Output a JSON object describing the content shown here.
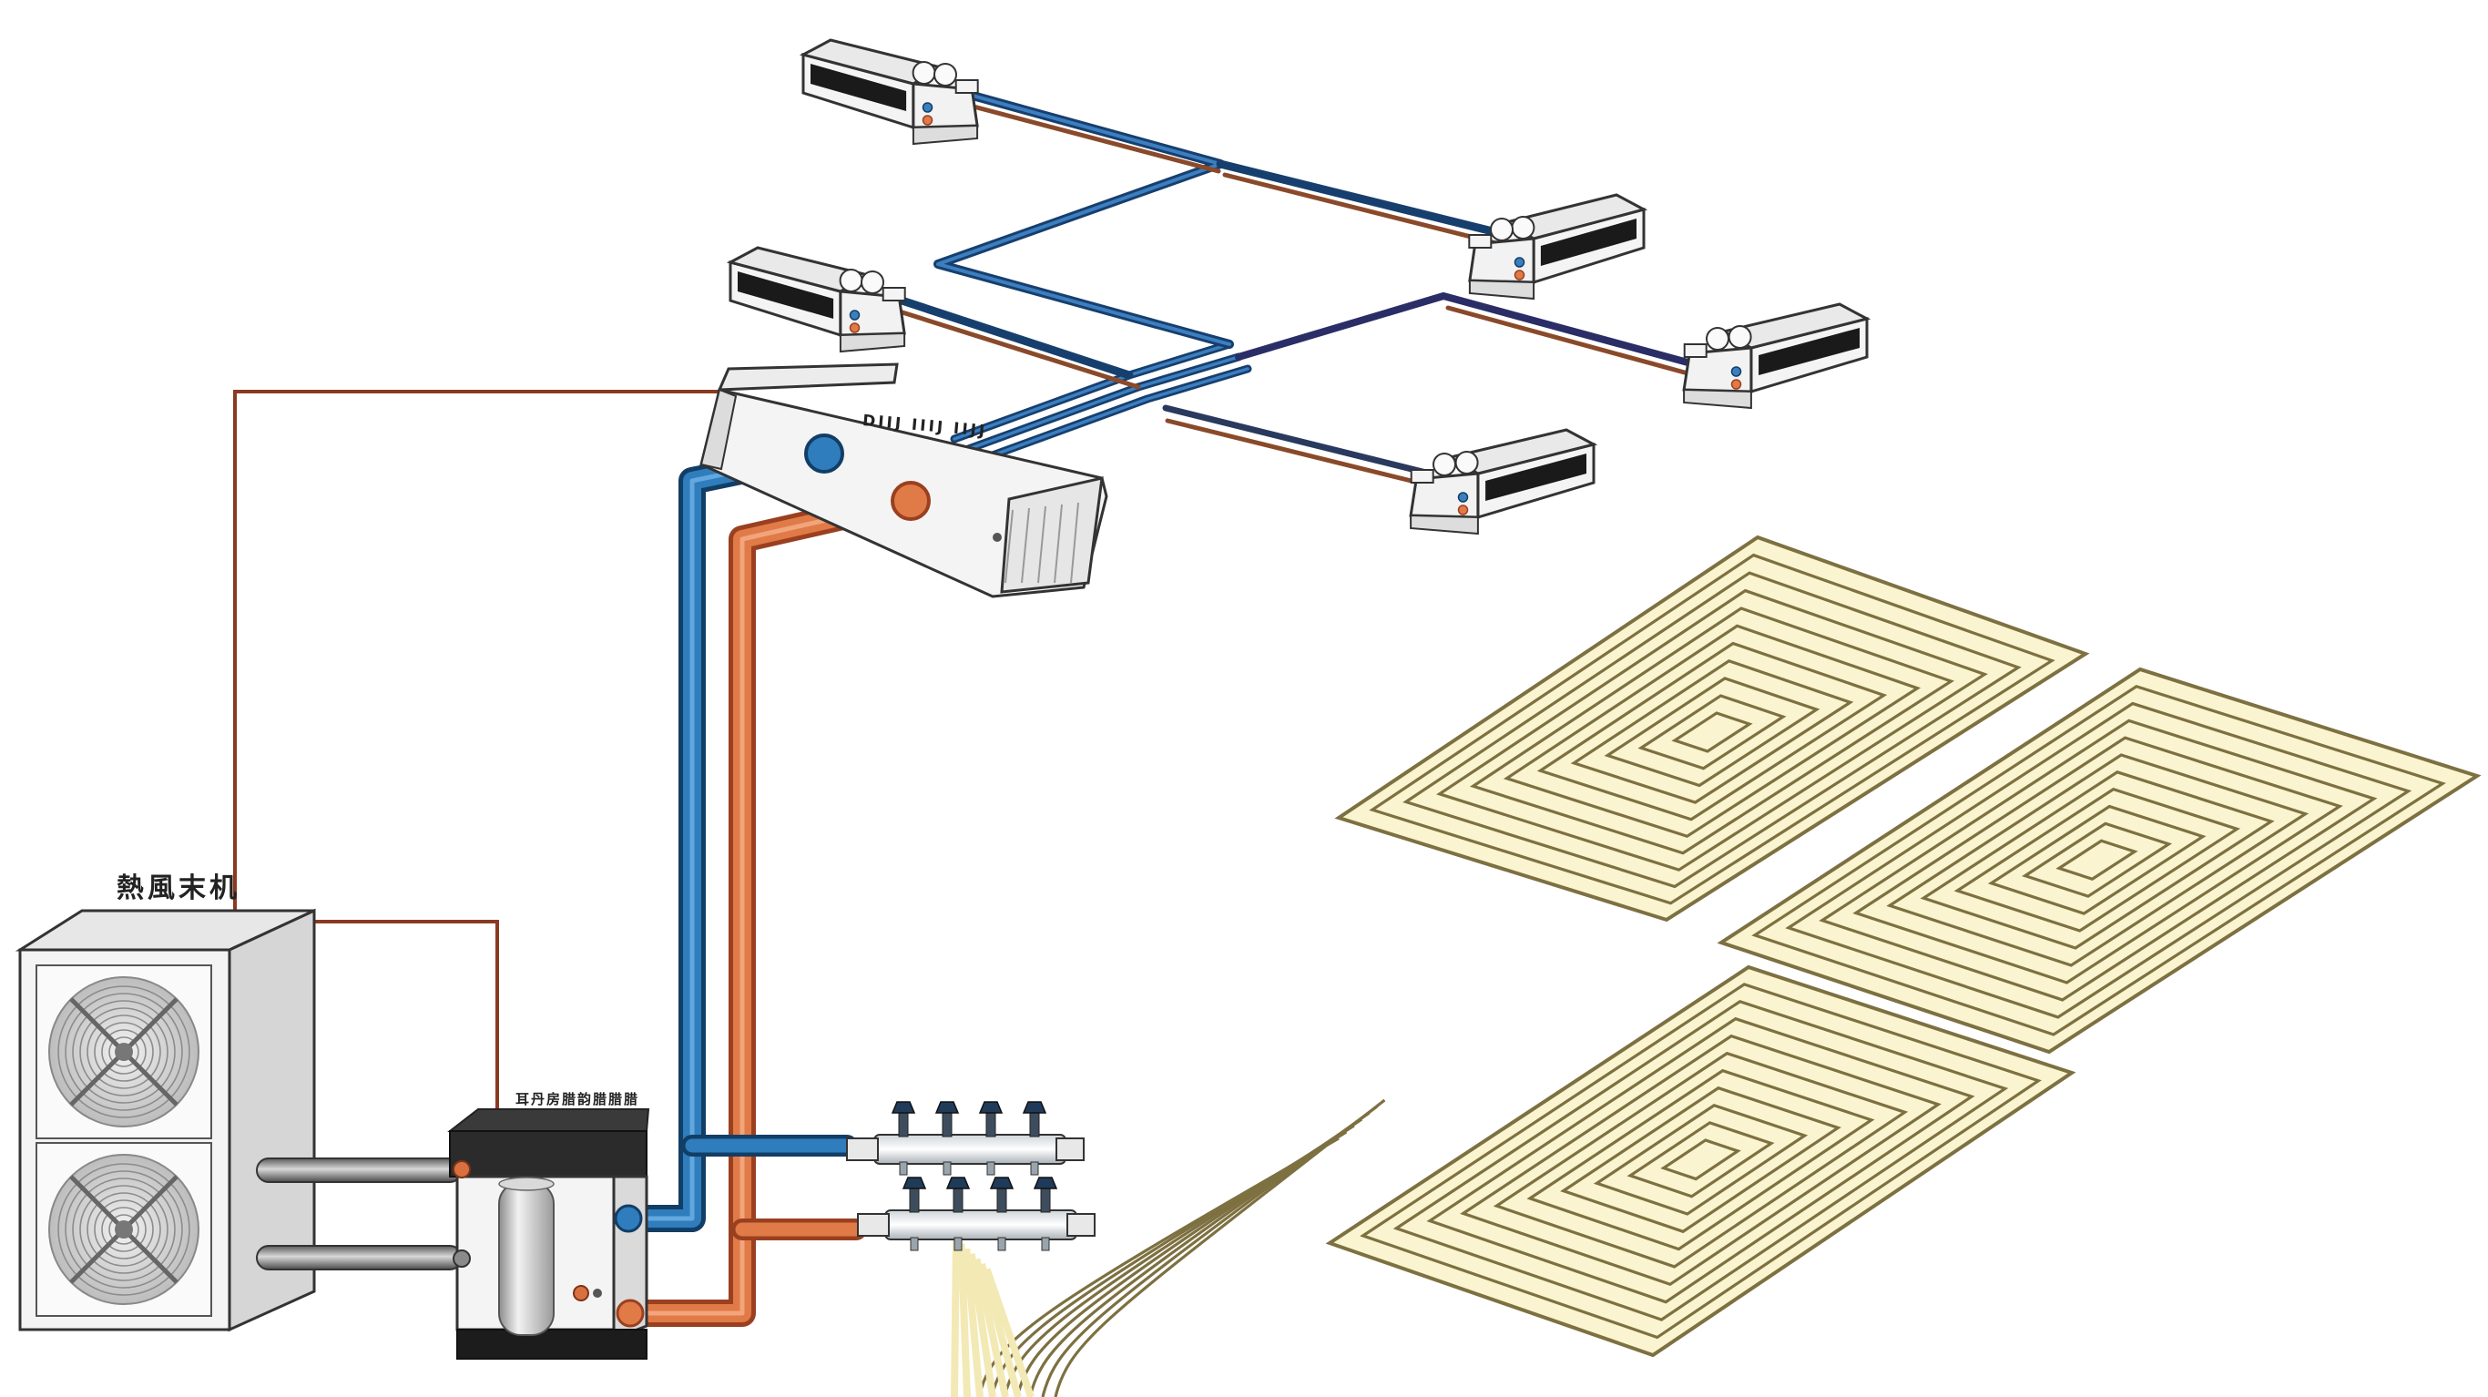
{
  "labels": {
    "outdoor_unit": "熱風末机",
    "hydro_module": "耳丹房腊韵腊腊腊",
    "duct_unit": "DIIJ IIIJ IIJJ"
  },
  "colors": {
    "cold_pipe": "#1d5f96",
    "hot_pipe": "#d9703f",
    "refrigerant_line": "#8a3a22",
    "floor_panel": "#fbf4d0",
    "floor_pipe": "#7d7041",
    "unit_body": "#f4f4f4",
    "unit_outline": "#333333",
    "fan_grille": "#888888",
    "module_top": "#2b2b2b",
    "manifold_valve": "#1f3b59"
  },
  "icons": {
    "outdoor_unit": "heat-pump-outdoor-unit-icon",
    "fan": "fan-icon",
    "hydro_module": "hydro-module-icon",
    "duct_unit": "ducted-fan-coil-icon",
    "indoor_unit": "ceiling-fan-coil-icon",
    "manifold": "floor-heating-manifold-icon",
    "floor_loop": "underfloor-heating-loop-icon"
  },
  "counts": {
    "indoor_units": 5,
    "manifold_valves_per_bar": 4,
    "floor_panels": 3
  }
}
